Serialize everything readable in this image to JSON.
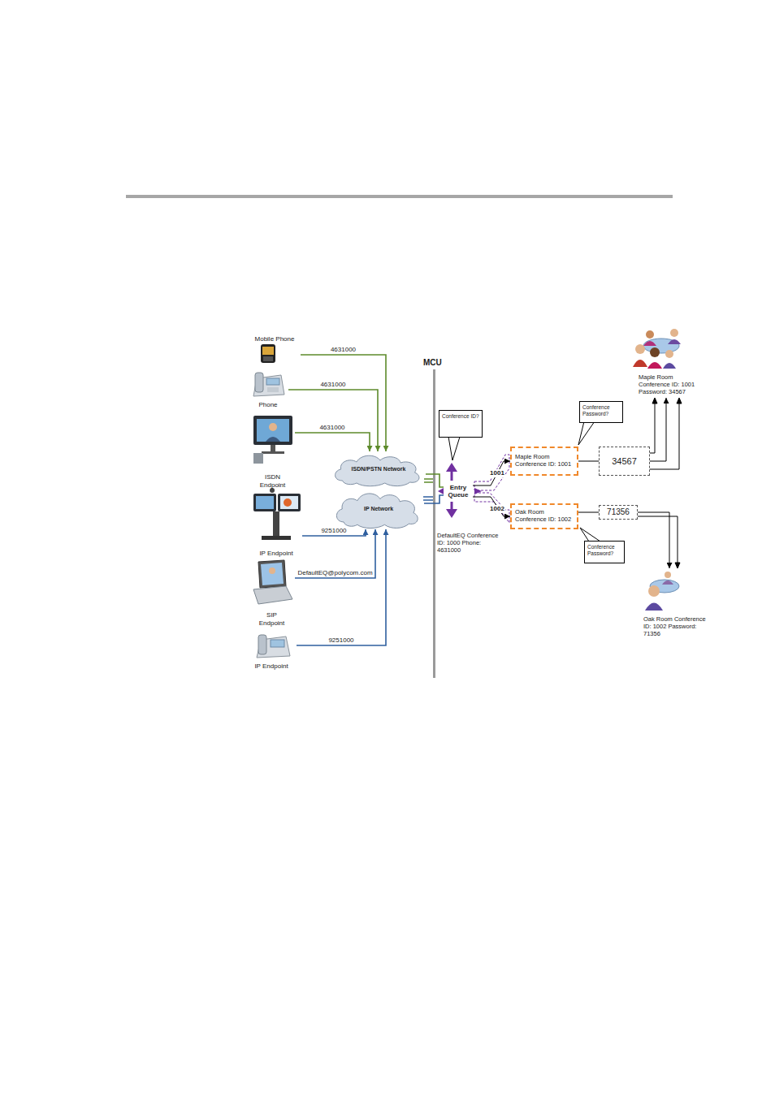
{
  "diagram": {
    "nodes": [
      {
        "text": [
          "Mobile Phone"
        ]
      },
      {
        "text": [
          "Phone"
        ]
      },
      {
        "text": [
          "ISDN Endpoint"
        ]
      },
      {
        "text": [
          "IP Endpoint"
        ]
      },
      {
        "text": [
          "SIP Endpoint"
        ]
      },
      {
        "text": [
          "IP Endpoint"
        ]
      },
      {
        "text": [
          "ISDN/PSTN Network"
        ]
      },
      {
        "text": [
          "IP Network"
        ]
      },
      {
        "text": [
          "Entry Queue"
        ]
      },
      {
        "text": [
          "Conference ID?"
        ]
      },
      {
        "text": [
          "Maple Room Conference ID: 1001"
        ]
      },
      {
        "text": [
          "Oak Room Conference ID: 1002"
        ]
      },
      {
        "text": [
          "Conference Password?"
        ]
      },
      {
        "text": [
          "34567"
        ]
      },
      {
        "text": [
          "Conference Password?"
        ]
      },
      {
        "text": [
          "71356"
        ]
      },
      {
        "text": [
          "Maple Room Conference ID: 1001 Password: 34567"
        ]
      },
      {
        "text": [
          "Oak Room Conference ID: 1002 Password: 71356"
        ]
      }
    ],
    "edges": [
      {
        "from": 0,
        "to": 6,
        "label": "4631000",
        "arrow": "to"
      },
      {
        "from": 1,
        "to": 6,
        "label": "4631000",
        "arrow": "to"
      },
      {
        "from": 2,
        "to": 6,
        "label": "4631000",
        "arrow": "to"
      },
      {
        "from": 3,
        "to": 7,
        "label": "9251000",
        "arrow": "to"
      },
      {
        "from": 4,
        "to": 7,
        "label": "DefaultEQ@polycom.com",
        "arrow": "to"
      },
      {
        "from": 5,
        "to": 7,
        "label": "9251000",
        "arrow": "to"
      },
      {
        "from": 6,
        "to": 8,
        "arrow": "none"
      },
      {
        "from": 7,
        "to": 8,
        "arrow": "none"
      },
      {
        "from": 8,
        "to": 10,
        "label": "1001",
        "arrow": "to"
      },
      {
        "from": 8,
        "to": 11,
        "label": "1002",
        "arrow": "to"
      },
      {
        "from": 10,
        "to": 13,
        "arrow": "none"
      },
      {
        "from": 13,
        "to": 16,
        "arrow": "to"
      },
      {
        "from": 11,
        "to": 15,
        "arrow": "none"
      },
      {
        "from": 15,
        "to": 17,
        "arrow": "to"
      }
    ],
    "labels": [
      "MCU",
      "DefaultEQ Conference ID: 1000 Phone: 4631000"
    ]
  }
}
